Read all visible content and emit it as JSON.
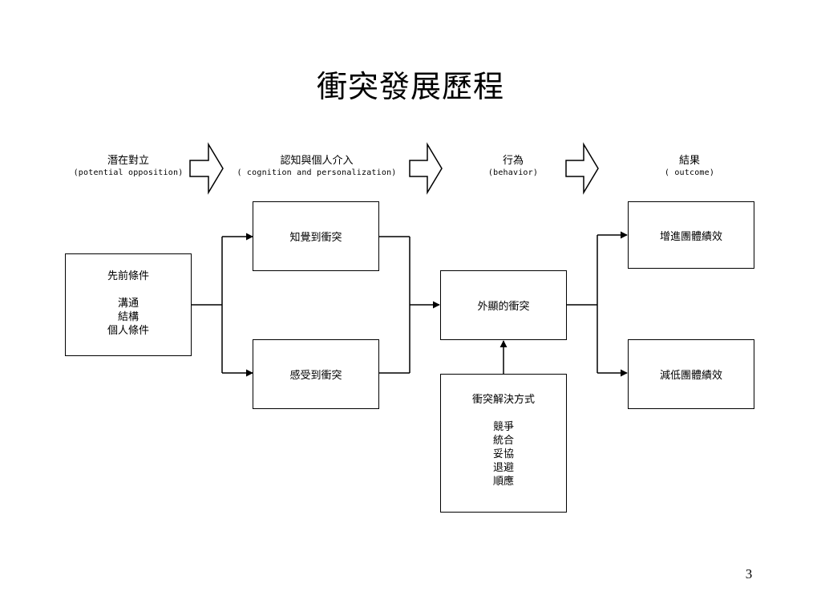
{
  "title": "衝突發展歷程",
  "stages": [
    {
      "zh": "潛在對立",
      "en": "(potential opposition)"
    },
    {
      "zh": "認知與個人介入",
      "en": "( cognition and personalization)"
    },
    {
      "zh": "行為",
      "en": "(behavior)"
    },
    {
      "zh": "結果",
      "en": "( outcome)"
    }
  ],
  "boxes": {
    "antecedents": {
      "heading": "先前條件",
      "items": [
        "溝通",
        "結構",
        "個人條件"
      ]
    },
    "perceived": "知覺到衝突",
    "felt": "感受到衝突",
    "overt": "外顯的衝突",
    "handling": {
      "heading": "衝突解決方式",
      "items": [
        "競爭",
        "統合",
        "妥協",
        "退避",
        "順應"
      ]
    },
    "improved": "增進團體績效",
    "decreased": "減低團體績效"
  },
  "page_number": "3"
}
